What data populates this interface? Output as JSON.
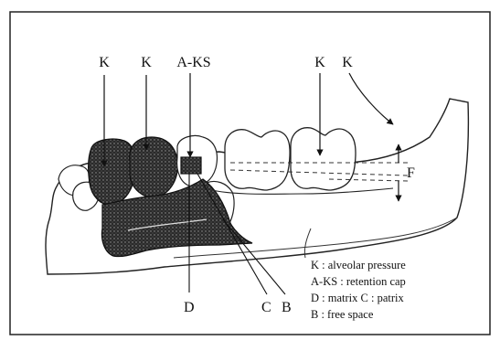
{
  "figure": {
    "labels": {
      "k1": "K",
      "k2": "K",
      "aks": "A-KS",
      "k3": "K",
      "k4": "K",
      "f": "F",
      "d": "D",
      "c": "C",
      "b": "B"
    },
    "legend": [
      "K : alveolar pressure",
      "A-KS : retention cap",
      "D : matrix  C : patrix",
      "B : free space"
    ]
  }
}
